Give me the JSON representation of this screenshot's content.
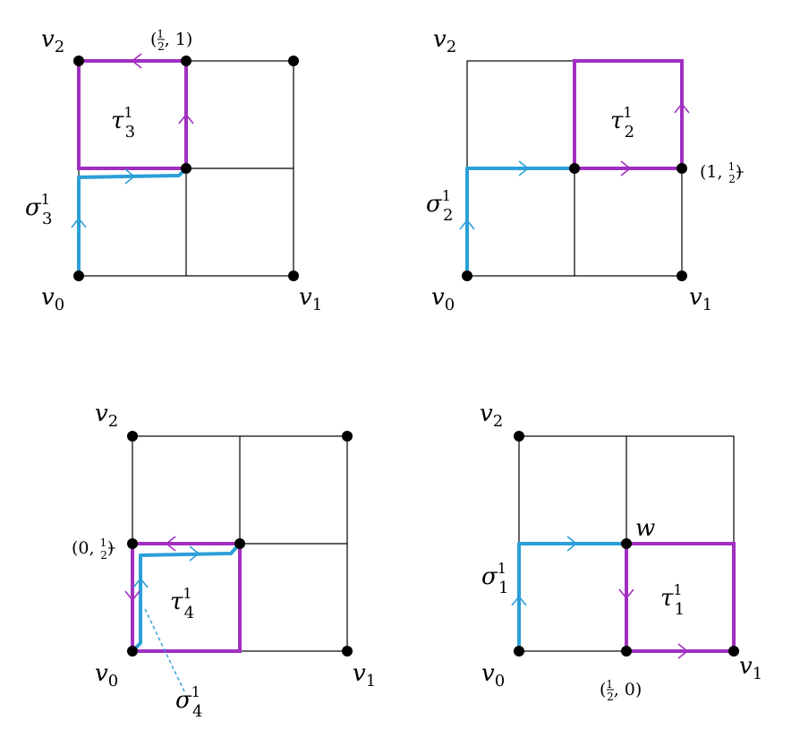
{
  "labels": {
    "v0": "v",
    "v0_sub": "0",
    "v1": "v",
    "v1_sub": "1",
    "v2": "v",
    "v2_sub": "2",
    "w": "w",
    "sigma": "σ",
    "tau": "τ",
    "sup_1": "1",
    "sub_1": "1",
    "sub_2": "2",
    "sub_3": "3",
    "sub_4": "4"
  },
  "coords": {
    "half_one_left": "(",
    "half_one_num": "1",
    "half_one_den": "2",
    "half_one_right": ", 1)",
    "one_half_left": "(1, ",
    "one_half_num": "1",
    "one_half_den": "2",
    "one_half_right": ")",
    "zero_half_left": "(0, ",
    "zero_half_num": "1",
    "zero_half_den": "2",
    "zero_half_right": ")",
    "half_zero_left": "(",
    "half_zero_num": "1",
    "half_zero_den": "2",
    "half_zero_right": ", 0)"
  },
  "colors": {
    "magenta": "#a12fc1",
    "cyan": "#2b9fd8",
    "grid": "#000000"
  }
}
